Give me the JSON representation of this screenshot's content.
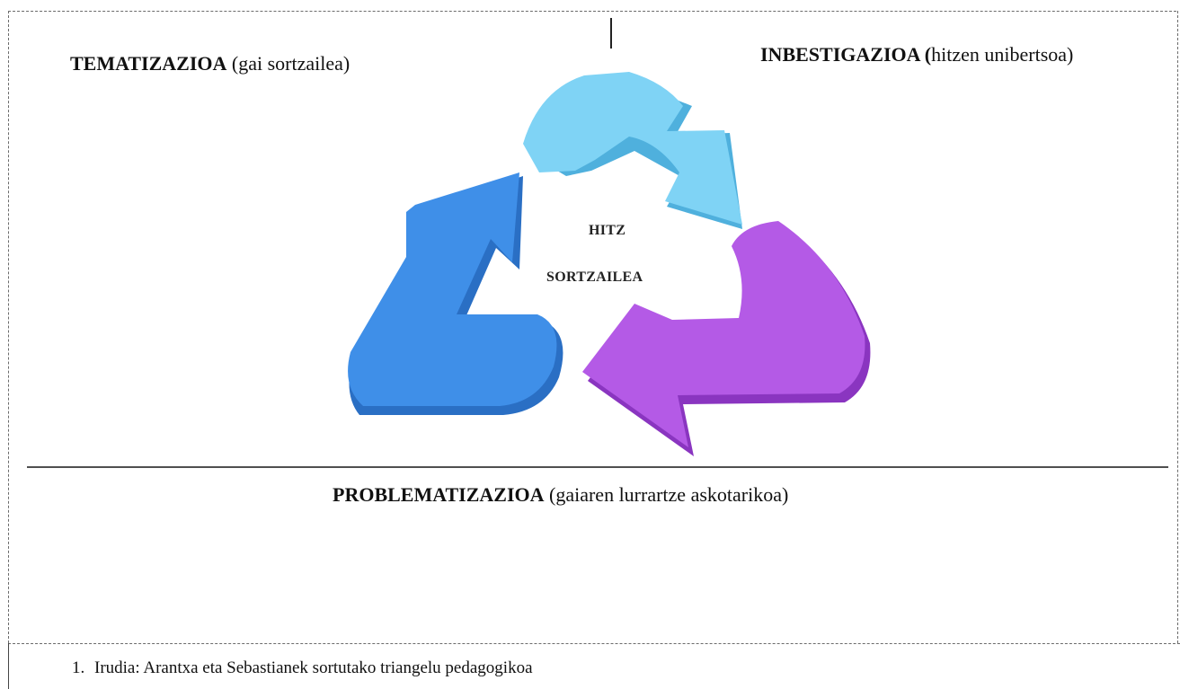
{
  "labels": {
    "top_left_bold": "TEMATIZAZIOA",
    "top_left_rest": " (gai sortzailea)",
    "top_right_bold": "INBESTIGAZIOA (",
    "top_right_rest": "hitzen unibertsoa)",
    "bottom_bold": "PROBLEMATIZAZIOA",
    "bottom_rest": " (gaiaren lurrartze askotarikoa)"
  },
  "center": {
    "line1": "HITZ",
    "line2": "SORTZAILEA"
  },
  "arrows": {
    "top": {
      "color": "#7fd3f5",
      "shade": "#4fb0dd"
    },
    "left": {
      "color": "#3f8fe8",
      "shade": "#2a6fc4"
    },
    "right": {
      "color": "#b45ae6",
      "shade": "#8a35c0"
    }
  },
  "caption": {
    "number": "1.",
    "text": "Irudia: Arantxa eta Sebastianek sortutako triangelu pedagogikoa"
  }
}
